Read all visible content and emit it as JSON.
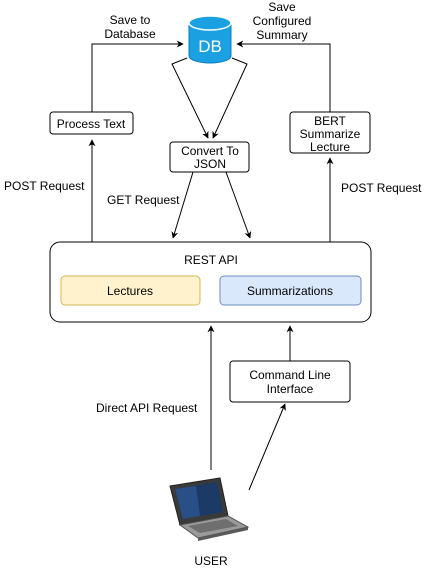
{
  "database": {
    "label": "DB",
    "fill_color": "#1ba1e2",
    "text_color": "#ffffff"
  },
  "nodes": {
    "process_text": "Process Text",
    "convert_line1": "Convert To",
    "convert_line2": "JSON",
    "bert_line1": "BERT",
    "bert_line2": "Summarize",
    "bert_line3": "Lecture",
    "rest_api_title": "REST API",
    "lectures": "Lectures",
    "summarizations": "Summarizations",
    "cli_line1": "Command Line",
    "cli_line2": "Interface",
    "user": "USER"
  },
  "edge_labels": {
    "save_db_line1": "Save to",
    "save_db_line2": "Database",
    "save_summary_line1": "Save",
    "save_summary_line2": "Configured",
    "save_summary_line3": "Summary",
    "post_left": "POST Request",
    "get": "GET Request",
    "post_right": "POST Request",
    "direct_api": "Direct API Request"
  },
  "colors": {
    "lectures_fill": "#fff2cc",
    "lectures_stroke": "#d6b656",
    "summarizations_fill": "#dae8fc",
    "summarizations_stroke": "#6c8ebf"
  }
}
